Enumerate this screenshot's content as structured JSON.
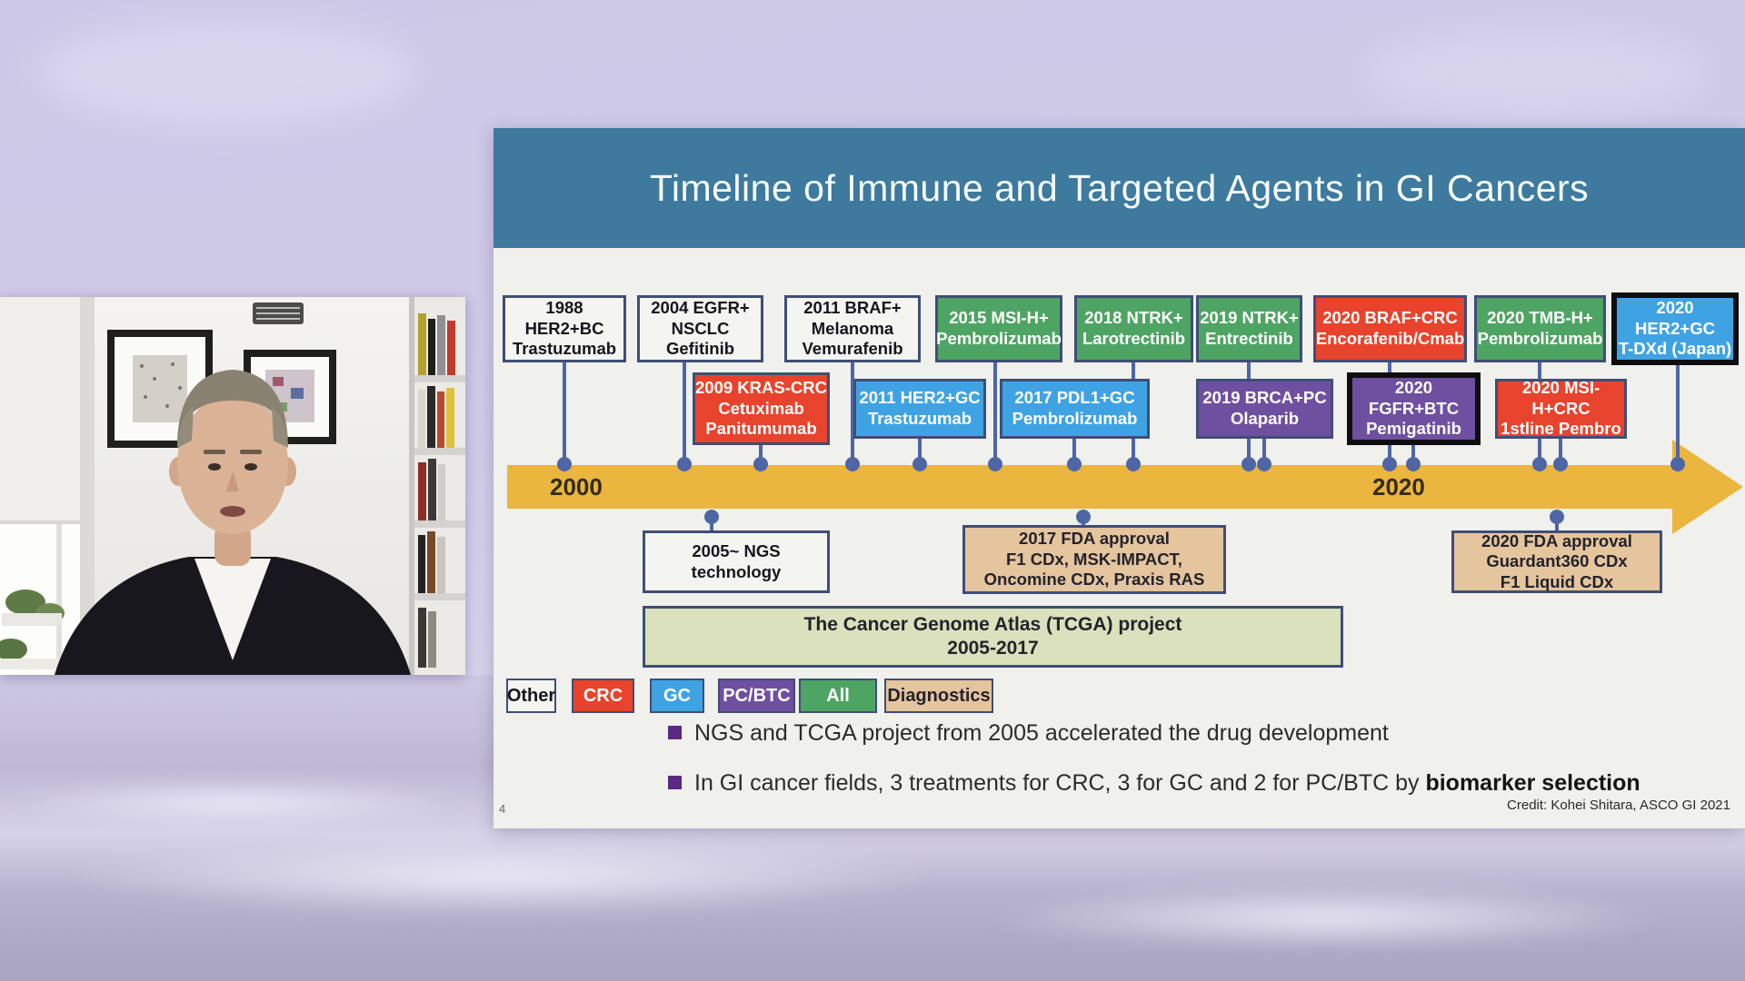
{
  "slide": {
    "page_number": "4",
    "title": "Timeline of Immune and Targeted Agents in GI Cancers",
    "credit": "Credit: Kohei Shitara, ASCO GI 2021",
    "timeline": {
      "start_label": "2000",
      "end_label": "2020"
    },
    "events_top": [
      {
        "text": "1988 HER2+BC\nTrastuzumab",
        "category": "other",
        "highlight": false
      },
      {
        "text": "2004 EGFR+\nNSCLC\nGefitinib",
        "category": "other",
        "highlight": false
      },
      {
        "text": "2011 BRAF+\nMelanoma\nVemurafenib",
        "category": "other",
        "highlight": false
      },
      {
        "text": "2015 MSI-H+\nPembrolizumab",
        "category": "all",
        "highlight": false
      },
      {
        "text": "2018 NTRK+\nLarotrectinib",
        "category": "all",
        "highlight": false
      },
      {
        "text": "2019 NTRK+\nEntrectinib",
        "category": "all",
        "highlight": false
      },
      {
        "text": "2020 BRAF+CRC\nEncorafenib/Cmab",
        "category": "crc",
        "highlight": false
      },
      {
        "text": "2020 TMB-H+\nPembrolizumab",
        "category": "all",
        "highlight": false
      },
      {
        "text": "2020 HER2+GC\nT-DXd (Japan)",
        "category": "gc",
        "highlight": true
      }
    ],
    "events_mid": [
      {
        "text": "2009 KRAS-CRC\nCetuximab\nPanitumumab",
        "category": "crc",
        "highlight": false
      },
      {
        "text": "2011 HER2+GC\nTrastuzumab",
        "category": "gc",
        "highlight": false
      },
      {
        "text": "2017 PDL1+GC\nPembrolizumab",
        "category": "gc",
        "highlight": false
      },
      {
        "text": "2019 BRCA+PC\nOlaparib",
        "category": "pcbtc",
        "highlight": false
      },
      {
        "text": "2020 FGFR+BTC\nPemigatinib",
        "category": "pcbtc",
        "highlight": true
      },
      {
        "text": "2020 MSI-H+CRC\n1stline Pembro",
        "category": "crc",
        "highlight": false
      }
    ],
    "events_bottom": [
      {
        "text": "2005~ NGS\ntechnology",
        "category": "other",
        "highlight": false
      },
      {
        "text": "2017 FDA approval\nF1 CDx, MSK-IMPACT,\nOncomine CDx, Praxis RAS",
        "category": "diagnostics",
        "highlight": false
      },
      {
        "text": "2020 FDA approval\nGuardant360 CDx\nF1 Liquid CDx",
        "category": "diagnostics",
        "highlight": false
      }
    ],
    "tcga_box": {
      "text": "The Cancer Genome Atlas (TCGA) project\n2005-2017"
    },
    "legend": [
      {
        "label": "Other",
        "category": "other"
      },
      {
        "label": "CRC",
        "category": "crc"
      },
      {
        "label": "GC",
        "category": "gc"
      },
      {
        "label": "PC/BTC",
        "category": "pcbtc"
      },
      {
        "label": "All",
        "category": "all"
      },
      {
        "label": "Diagnostics",
        "category": "diagnostics"
      }
    ],
    "bullets": [
      {
        "text": "NGS and TCGA project from 2005 accelerated the drug development",
        "bold": ""
      },
      {
        "text": "In GI cancer fields, 3 treatments for CRC, 3 for GC and 2 for PC/BTC by ",
        "bold": "biomarker selection"
      }
    ],
    "colors": {
      "header_bg": "#3D7A9E",
      "slide_bg": "#F0F0ED",
      "other": "#F4F4F1",
      "crc": "#E8432C",
      "gc": "#3FA3E3",
      "pcbtc": "#6F4FA0",
      "all": "#4EA463",
      "diagnostics": "#E5C59E",
      "tcga": "#DAE1BC",
      "arrow": "#EBB63E",
      "connector": "#4E66A4",
      "box_border": "#3F4E76",
      "highlight_border": "#0E0E10",
      "bullet_marker": "#5A2A82"
    }
  }
}
